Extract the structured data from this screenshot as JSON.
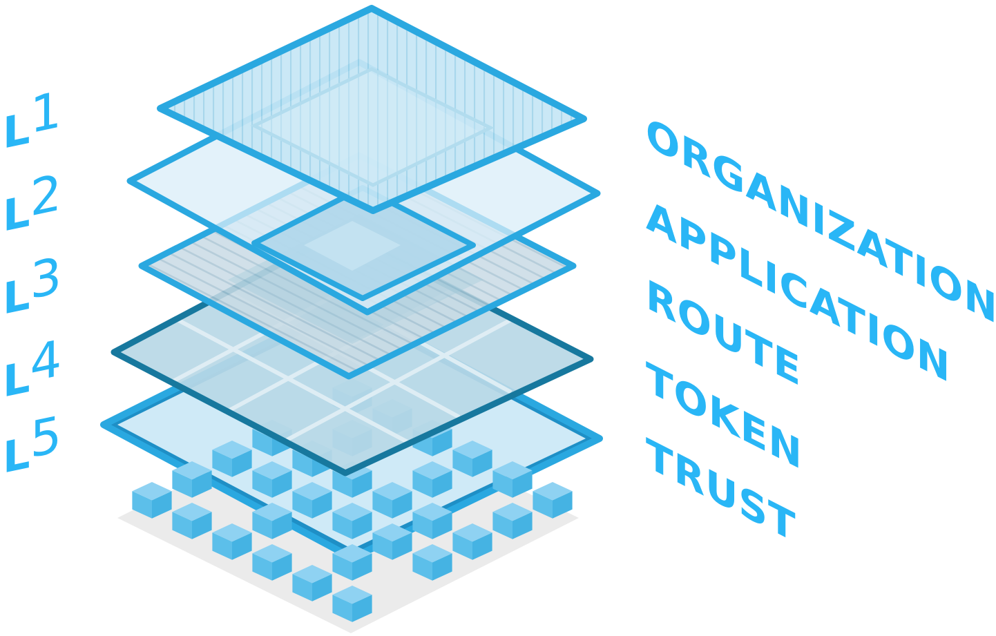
{
  "colors": {
    "accent": "#29b6f6",
    "frame": "#2aa8e0",
    "frame_dark": "#17789e",
    "glass": "#bfe3f4",
    "glass_light": "#e2f3fb",
    "shadow": "#ebebeb"
  },
  "levels": [
    {
      "prefix": "L",
      "number": "1",
      "label": "ORGANIZATION"
    },
    {
      "prefix": "L",
      "number": "2",
      "label": "APPLICATION"
    },
    {
      "prefix": "L",
      "number": "3",
      "label": "ROUTE"
    },
    {
      "prefix": "L",
      "number": "4",
      "label": "TOKEN"
    },
    {
      "prefix": "L",
      "number": "5",
      "label": "TRUST"
    }
  ]
}
